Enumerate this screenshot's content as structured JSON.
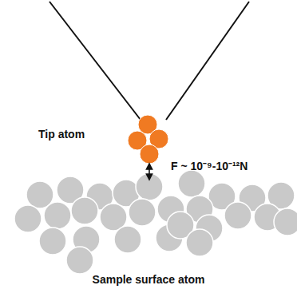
{
  "diagram": {
    "labels": [
      "Tip atom",
      "F ~ 10⁻⁹-10⁻¹²N",
      "Sample surface atom"
    ]
  }
}
